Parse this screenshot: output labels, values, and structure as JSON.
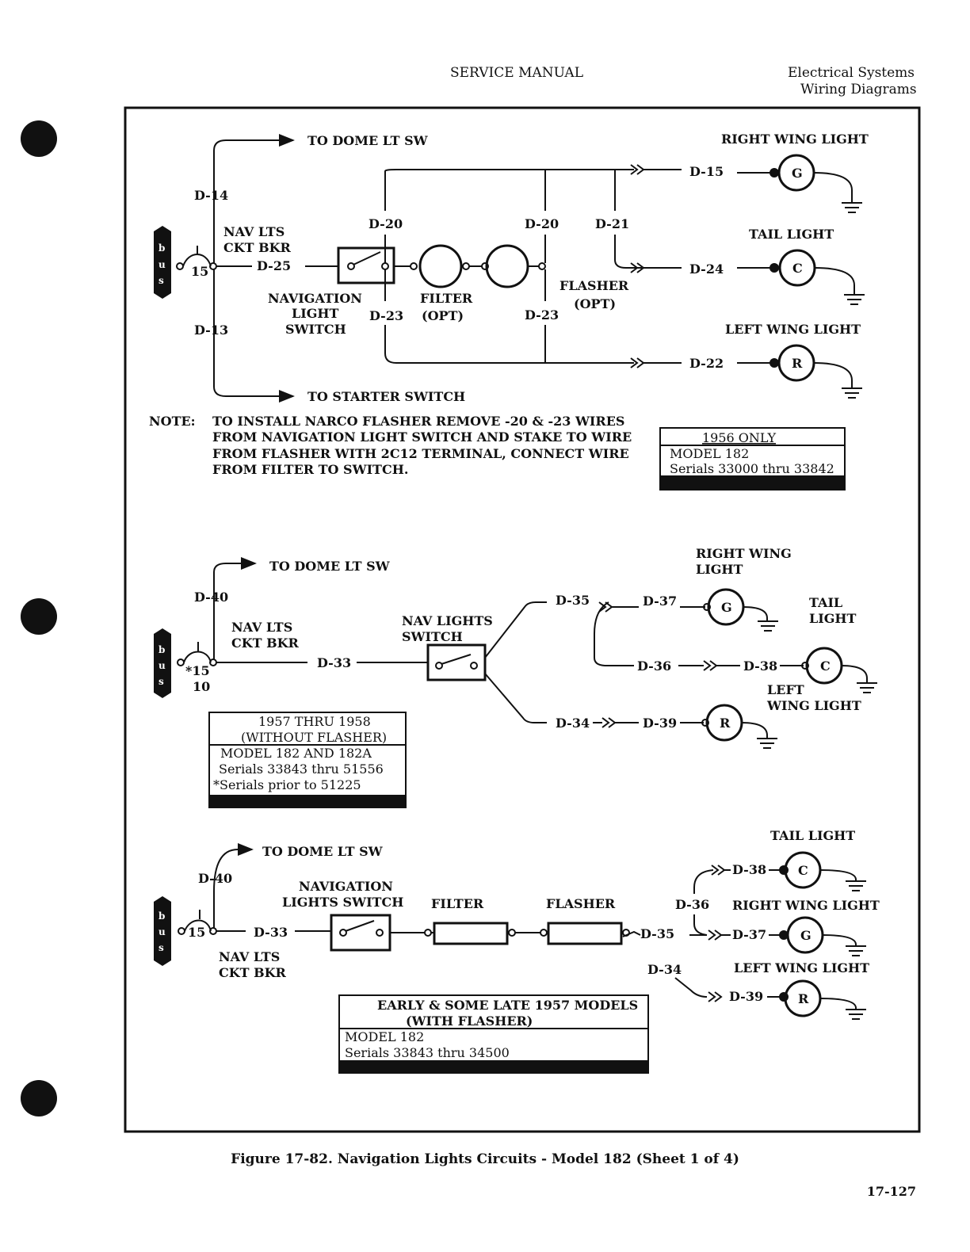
{
  "header": {
    "center": "SERVICE MANUAL",
    "right_line1": "Electrical Systems",
    "right_line2": "Wiring Diagrams"
  },
  "diagram1": {
    "bus_letters": [
      "b",
      "u",
      "s"
    ],
    "to_dome": "TO DOME LT SW",
    "to_starter": "TO STARTER SWITCH",
    "d14": "D-14",
    "d13": "D-13",
    "breaker_num": "15",
    "breaker_l1": "NAV LTS",
    "breaker_l2": "CKT BKR",
    "d25": "D-25",
    "switch_l1": "NAVIGATION",
    "switch_l2": "LIGHT",
    "switch_l3": "SWITCH",
    "d20a": "D-20",
    "d20b": "D-20",
    "d23a": "D-23",
    "d23b": "D-23",
    "d21": "D-21",
    "filter_l1": "FILTER",
    "filter_l2": "(OPT)",
    "flasher_l1": "FLASHER",
    "flasher_l2": "(OPT)",
    "d15": "D-15",
    "d24": "D-24",
    "d22": "D-22",
    "right_wing": "RIGHT WING LIGHT",
    "tail": "TAIL LIGHT",
    "left_wing": "LEFT WING LIGHT",
    "lamp_g": "G",
    "lamp_c": "C",
    "lamp_r": "R",
    "note_head": "NOTE:",
    "note_lines": [
      "TO INSTALL NARCO FLASHER REMOVE -20 & -23 WIRES",
      "FROM NAVIGATION LIGHT SWITCH AND STAKE TO WIRE",
      "FROM FLASHER WITH 2C12 TERMINAL, CONNECT WIRE",
      "FROM FILTER TO SWITCH."
    ],
    "box_title": "1956 ONLY",
    "box_model": "MODEL 182",
    "box_serials": "Serials 33000 thru 33842"
  },
  "diagram2": {
    "bus_letters": [
      "b",
      "u",
      "s"
    ],
    "to_dome": "TO DOME LT SW",
    "d40": "D-40",
    "breaker_num": "*15",
    "breaker_num2": "10",
    "breaker_l1": "NAV LTS",
    "breaker_l2": "CKT BKR",
    "d33": "D-33",
    "switch_l1": "NAV LIGHTS",
    "switch_l2": "SWITCH",
    "d35": "D-35",
    "d37": "D-37",
    "d36": "D-36",
    "d38": "D-38",
    "d34": "D-34",
    "d39": "D-39",
    "right_wing_l1": "RIGHT WING",
    "right_wing_l2": "LIGHT",
    "tail_l1": "TAIL",
    "tail_l2": "LIGHT",
    "left_wing_l1": "LEFT",
    "left_wing_l2": "WING LIGHT",
    "lamp_g": "G",
    "lamp_c": "C",
    "lamp_r": "R",
    "box_title1": "1957 THRU 1958",
    "box_title2": "(WITHOUT FLASHER)",
    "box_model": "MODEL 182 AND 182A",
    "box_serials1": "Serials 33843 thru 51556",
    "box_serials2": "*Serials prior to 51225"
  },
  "diagram3": {
    "bus_letters": [
      "b",
      "u",
      "s"
    ],
    "to_dome": "TO DOME LT SW",
    "d40": "D-40",
    "breaker_num": "15",
    "d33": "D-33",
    "breaker_l1": "NAV LTS",
    "breaker_l2": "CKT BKR",
    "switch_l1": "NAVIGATION",
    "switch_l2": "LIGHTS SWITCH",
    "filter": "FILTER",
    "flasher": "FLASHER",
    "d35": "D-35",
    "d36": "D-36",
    "d34": "D-34",
    "d38": "D-38",
    "d37": "D-37",
    "d39": "D-39",
    "tail": "TAIL LIGHT",
    "right_wing": "RIGHT WING LIGHT",
    "left_wing": "LEFT WING LIGHT",
    "lamp_c": "C",
    "lamp_g": "G",
    "lamp_r": "R",
    "box_title1": "EARLY & SOME LATE 1957 MODELS",
    "box_title2": "(WITH FLASHER)",
    "box_model": "MODEL 182",
    "box_serials": "Serials 33843 thru 34500"
  },
  "caption": "Figure 17-82.  Navigation Lights Circuits - Model 182 (Sheet 1 of 4)",
  "page_number": "17-127"
}
